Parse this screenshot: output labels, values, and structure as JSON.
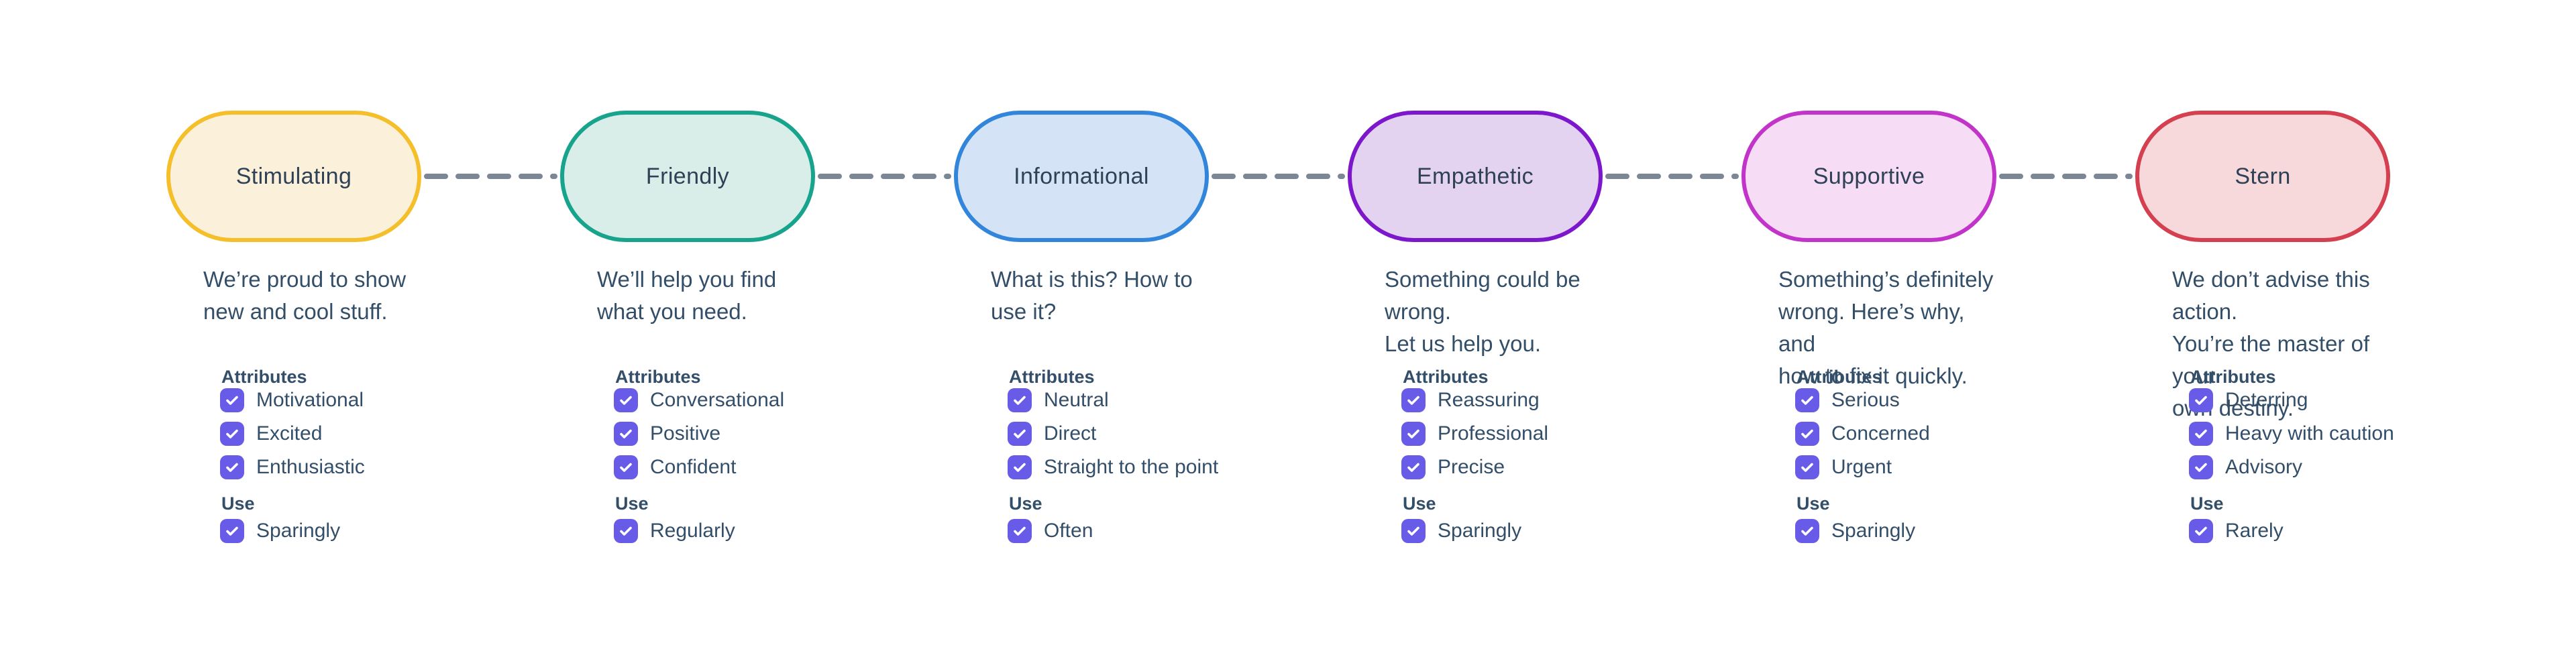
{
  "labels": {
    "attributes": "Attributes",
    "use": "Use"
  },
  "connector": {
    "color": "#7b8794"
  },
  "checkbox": {
    "fill": "#675be8",
    "check_color": "#ffffff"
  },
  "tones": [
    {
      "name": "Stimulating",
      "fill": "#fbf1da",
      "border": "#f5bf2b",
      "description": "We’re proud to show\nnew and cool stuff.",
      "attributes": [
        "Motivational",
        "Excited",
        "Enthusiastic"
      ],
      "use": "Sparingly"
    },
    {
      "name": "Friendly",
      "fill": "#d9eee9",
      "border": "#17a38c",
      "description": "We’ll help you find\nwhat you need.",
      "attributes": [
        "Conversational",
        "Positive",
        "Confident"
      ],
      "use": "Regularly"
    },
    {
      "name": "Informational",
      "fill": "#d4e4f6",
      "border": "#3186db",
      "description": "What is this? How to\nuse it?",
      "attributes": [
        "Neutral",
        "Direct",
        "Straight to the point"
      ],
      "use": "Often"
    },
    {
      "name": "Empathetic",
      "fill": "#e4d2f1",
      "border": "#7d17cc",
      "description": "Something could be wrong.\nLet us help you.",
      "attributes": [
        "Reassuring",
        "Professional",
        "Precise"
      ],
      "use": "Sparingly"
    },
    {
      "name": "Supportive",
      "fill": "#f6dcf4",
      "border": "#c233c9",
      "description": "Something’s definitely\nwrong. Here’s why, and\nhow to fix it quickly.",
      "attributes": [
        "Serious",
        "Concerned",
        "Urgent"
      ],
      "use": "Sparingly"
    },
    {
      "name": "Stern",
      "fill": "#f7d8db",
      "border": "#d44050",
      "description": "We don’t advise this action.\nYou’re the master of your\nown destiny.",
      "attributes": [
        "Deterring",
        "Heavy with caution",
        "Advisory"
      ],
      "use": "Rarely"
    }
  ]
}
